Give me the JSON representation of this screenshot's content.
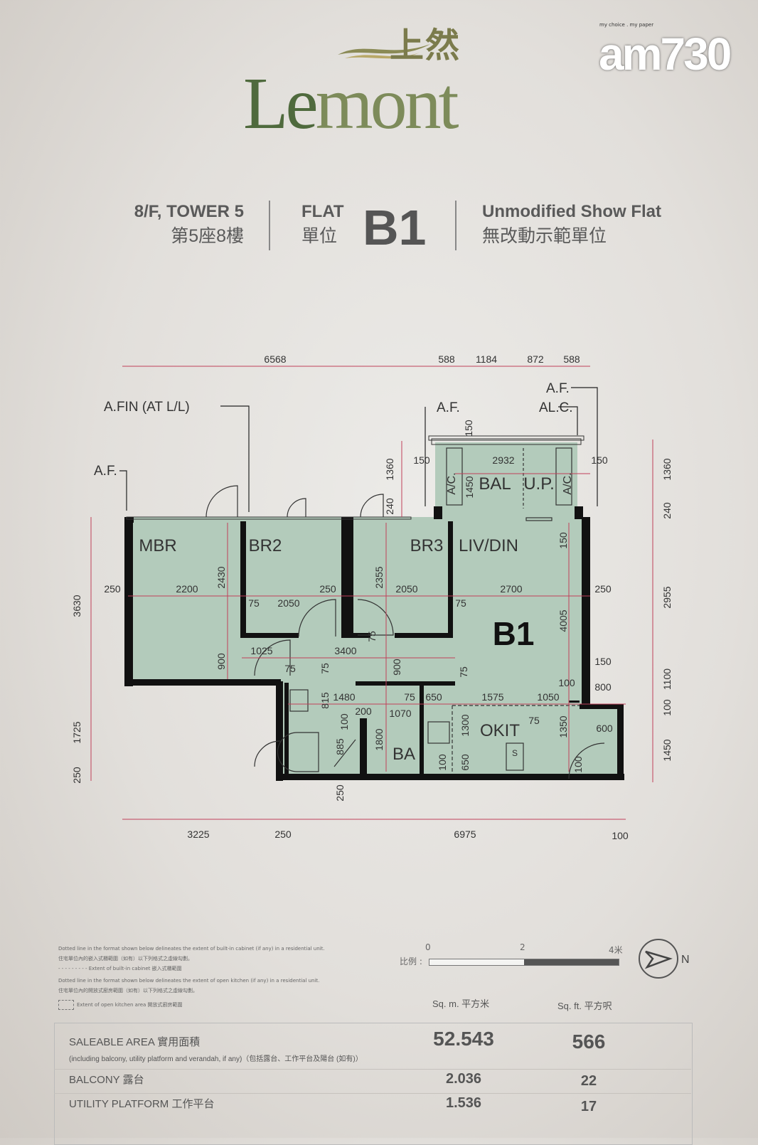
{
  "logo": {
    "word_first": "Le",
    "word_rest": "mont",
    "chinese": "上然"
  },
  "watermark": {
    "brand": "am730",
    "tagline": "my choice . my paper"
  },
  "header": {
    "floor_en": "8/F, TOWER 5",
    "floor_cn": "第5座8樓",
    "flat_en": "FLAT",
    "flat_cn": "單位",
    "flat_code": "B1",
    "show_en": "Unmodified Show Flat",
    "show_cn": "無改動示範單位"
  },
  "plan": {
    "rooms": [
      "MBR",
      "BR2",
      "BR3",
      "LIV/DIN",
      "BAL",
      "U.P.",
      "A/C.",
      "A/C.",
      "OKIT",
      "BA",
      "B1",
      "S"
    ],
    "annotations": [
      "A.FIN (AT L/L)",
      "A.F.",
      "A.F.",
      "A.F.",
      "AL.C."
    ],
    "dimensions": [
      "6568",
      "588",
      "1184",
      "872",
      "588",
      "150",
      "150",
      "2932",
      "150",
      "1360",
      "1450",
      "240",
      "150",
      "250",
      "2200",
      "2430",
      "250",
      "2355",
      "2050",
      "2700",
      "250",
      "75",
      "2050",
      "75",
      "4005",
      "75",
      "1025",
      "3400",
      "900",
      "75",
      "75",
      "900",
      "75",
      "150",
      "100",
      "800",
      "815",
      "1480",
      "75",
      "650",
      "1575",
      "1050",
      "200",
      "1070",
      "100",
      "75",
      "1800",
      "1300",
      "1350",
      "600",
      "885",
      "100",
      "650",
      "100",
      "250",
      "3630",
      "1725",
      "250",
      "1360",
      "240",
      "2955",
      "1100",
      "100",
      "1450",
      "3225",
      "250",
      "6975",
      "100"
    ],
    "colors": {
      "floor": "#b3cbbb",
      "wall": "#111111",
      "dimension": "#c0405a"
    }
  },
  "notes": {
    "cabinet_en": "Dotted line in the format shown below delineates the extent of built-in cabinet (if any) in a residential unit.",
    "cabinet_cn": "住宅單位內的嵌入式櫃範圍（如有）以下列格式之虛線勾劃。",
    "cabinet_legend": "Extent of built-in cabinet 嵌入式櫃範圍",
    "kitchen_en": "Dotted line in the format shown below delineates the extent of open kitchen (if any) in a residential unit.",
    "kitchen_cn": "住宅單位內的開放式廚房範圍（如有）以下列格式之虛線勾劃。",
    "kitchen_legend": "Extent of open kitchen area 開放式廚房範圍"
  },
  "scale": {
    "label": "比例 :",
    "ticks": [
      "0",
      "2",
      "4米"
    ]
  },
  "north_icon": "north-arrow-icon",
  "area_table": {
    "col_sqm": "Sq. m. 平方米",
    "col_sqft": "Sq. ft. 平方呎",
    "rows": [
      {
        "label": "SALEABLE AREA 實用面積",
        "sub": "(including balcony, utility platform and verandah, if any)（包括露台、工作平台及陽台 (如有)）",
        "sqm": "52.543",
        "sqft": "566"
      },
      {
        "label": "BALCONY 露台",
        "sqm": "2.036",
        "sqft": "22"
      },
      {
        "label": "UTILITY PLATFORM 工作平台",
        "sqm": "1.536",
        "sqft": "17"
      }
    ]
  }
}
